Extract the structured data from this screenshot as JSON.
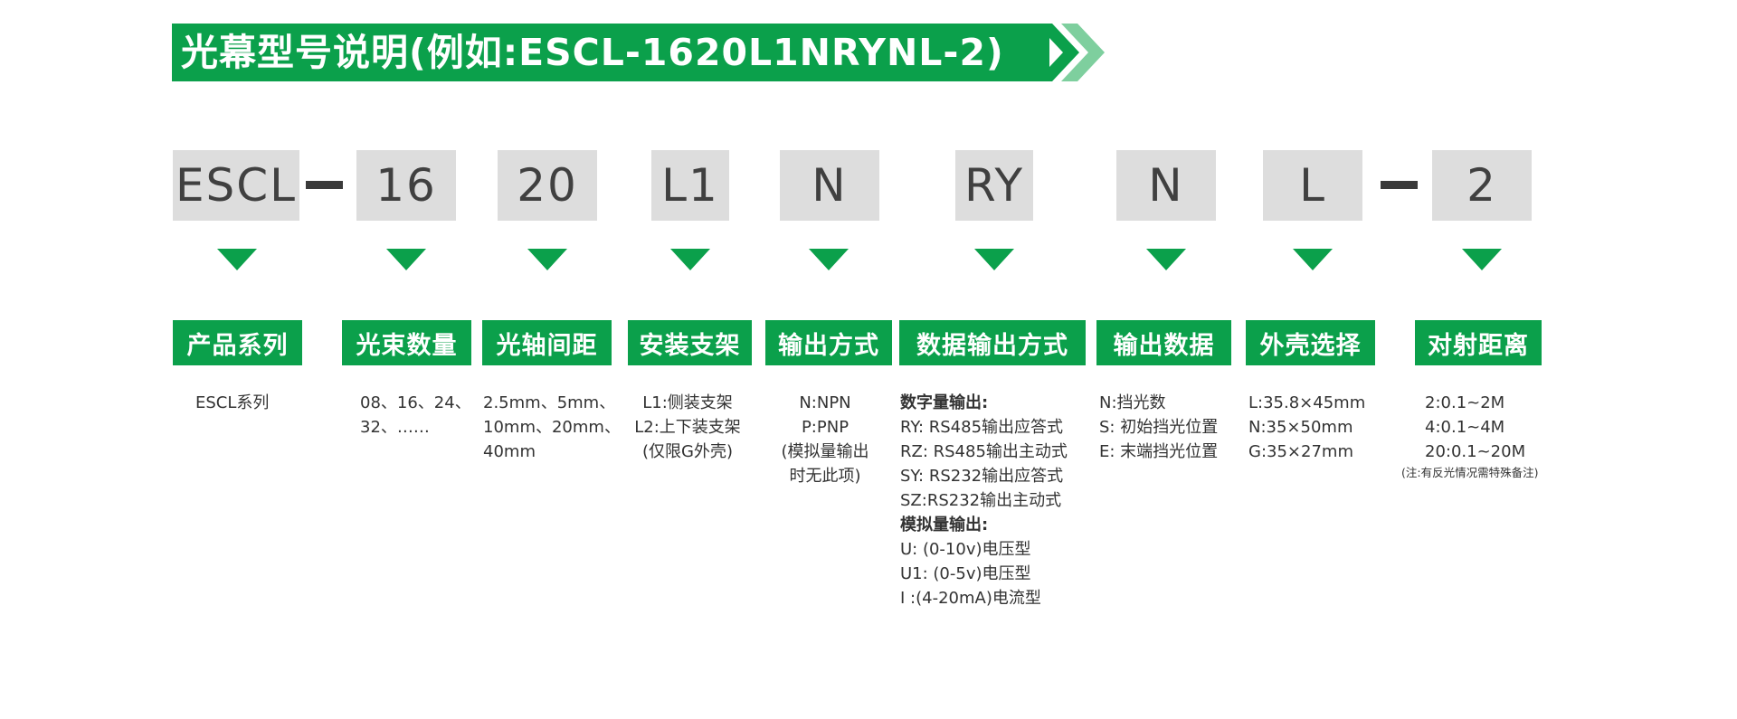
{
  "title": "光幕型号说明(例如:ESCL-1620L1NRYNL-2)",
  "colors": {
    "accent": "#0ba04b",
    "accent_light": "#7ecf9e",
    "segment_bg": "#dddddd"
  },
  "segments": [
    "ESCL",
    "16",
    "20",
    "L1",
    "N",
    "RY",
    "N",
    "L",
    "2"
  ],
  "labels": [
    "产品系列",
    "光束数量",
    "光轴间距",
    "安装支架",
    "输出方式",
    "数据输出方式",
    "输出数据",
    "外壳选择",
    "对射距离"
  ],
  "descriptions": {
    "series": [
      "ESCL系列"
    ],
    "beams": [
      "08、16、24、",
      "32、……"
    ],
    "spacing": [
      "2.5mm、5mm、",
      "10mm、20mm、",
      "40mm"
    ],
    "bracket": [
      "L1:侧装支架",
      "L2:上下装支架",
      "(仅限G外壳)"
    ],
    "output": [
      "N:NPN",
      "P:PNP",
      "(模拟量输出",
      "时无此项)"
    ],
    "data_output": {
      "digital_head": "数字量输出:",
      "digital": [
        "RY: RS485输出应答式",
        "RZ: RS485输出主动式",
        "SY: RS232输出应答式",
        "SZ:RS232输出主动式"
      ],
      "analog_head": "模拟量输出:",
      "analog": [
        "U: (0-10v)电压型",
        "U1: (0-5v)电压型",
        "I :(4-20mA)电流型"
      ]
    },
    "out_data": [
      "N:挡光数",
      "S: 初始挡光位置",
      "E: 末端挡光位置"
    ],
    "housing": [
      "L:35.8×45mm",
      "N:35×50mm",
      "G:35×27mm"
    ],
    "distance": [
      "2:0.1~2M",
      "4:0.1~4M",
      "20:0.1~20M"
    ],
    "distance_note": "(注:有反光情况需特殊备注)"
  }
}
